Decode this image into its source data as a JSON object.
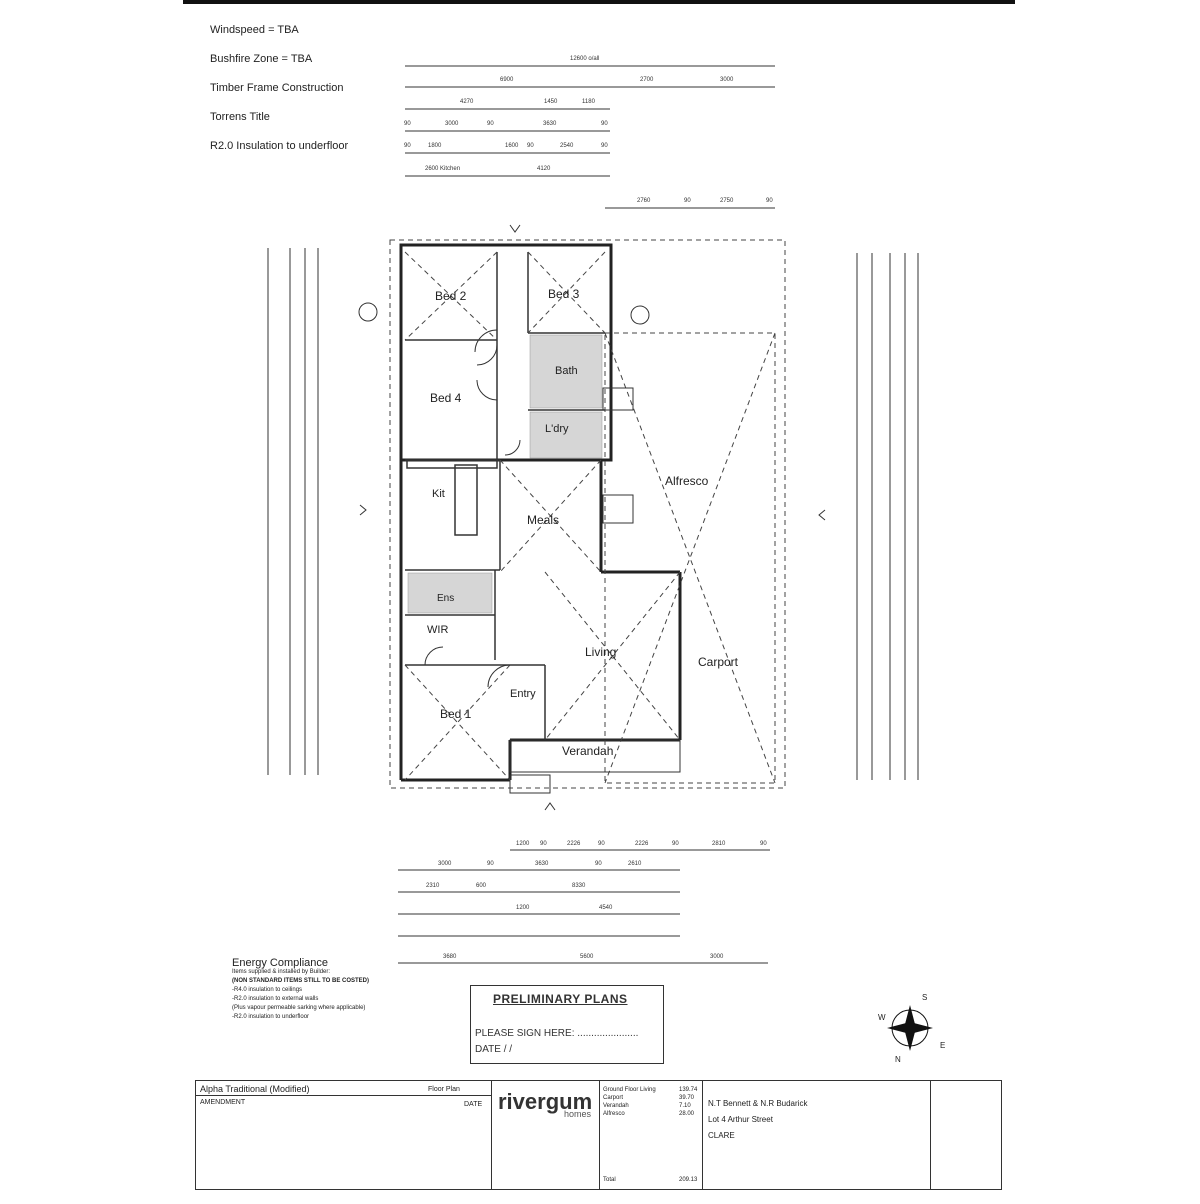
{
  "notes": [
    "Windspeed = TBA",
    "Bushfire Zone = TBA",
    "Timber Frame Construction",
    "Torrens Title",
    "R2.0 Insulation to underfloor"
  ],
  "rooms": {
    "bed2": "Bed 2",
    "bed3": "Bed 3",
    "bed4": "Bed 4",
    "bath": "Bath",
    "ldry": "L'dry",
    "kit": "Kit",
    "meals": "Meals",
    "alfresco": "Alfresco",
    "ens": "Ens",
    "wir": "WIR",
    "living": "Living",
    "carport": "Carport",
    "entry": "Entry",
    "bed1": "Bed 1",
    "verandah": "Verandah"
  },
  "dims_top": [
    "12600 o/all",
    "6900",
    "2700",
    "3000",
    "4270",
    "1450",
    "1180",
    "90",
    "3000",
    "90",
    "3630",
    "90",
    "1800",
    "90",
    "1600",
    "90",
    "2540",
    "90",
    "2600 Kitchen",
    "4120",
    "2760",
    "90",
    "2750",
    "90"
  ],
  "dims_bottom": [
    "1200",
    "90",
    "2226",
    "90",
    "2226",
    "90",
    "2810",
    "90",
    "3000",
    "90",
    "3630",
    "90",
    "2610",
    "2310",
    "600",
    "8330",
    "1200",
    "4540",
    "3680",
    "5600",
    "3000"
  ],
  "energy": {
    "heading": "Energy Compliance",
    "line1": "Items supplied & installed by Builder:",
    "bold": "(NON STANDARD ITEMS STILL TO BE COSTED)",
    "items": [
      "-R4.0 insulation to ceilings",
      "-R2.0 insulation to external walls",
      "(Plus vapour permeable sarking where applicable)",
      "-R2.0 insulation to underfloor"
    ]
  },
  "prelim": {
    "title": "PRELIMINARY PLANS",
    "sign": "PLEASE SIGN HERE: ......................",
    "date": "DATE    /    /"
  },
  "title_block": {
    "design": "Alpha Traditional (Modified)",
    "sheet": "Floor Plan",
    "amendment": "AMENDMENT",
    "date": "DATE",
    "brand": "rivergum",
    "brand_sub": "homes",
    "areas_label": [
      "Ground Floor Living",
      "Carport",
      "Verandah",
      "Alfresco",
      "Total"
    ],
    "areas": [
      "139.74",
      "39.70",
      "7.10",
      "28.00",
      "209.13"
    ],
    "client": "N.T Bennett & N.R Budarick",
    "lot": "Lot 4 Arthur Street",
    "town": "CLARE"
  },
  "compass": {
    "n": "N",
    "s": "S",
    "e": "E",
    "w": "W"
  }
}
